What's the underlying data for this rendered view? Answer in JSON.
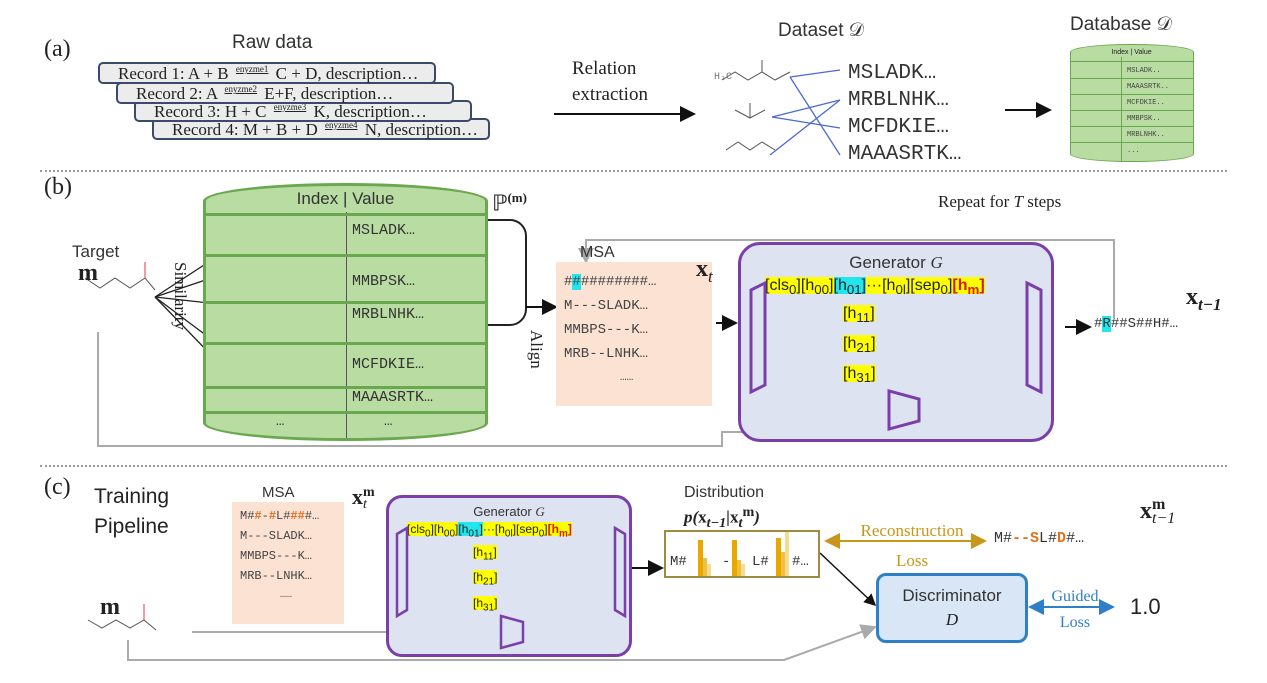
{
  "panels": {
    "a": {
      "label": "(a)",
      "raw_data_title": "Raw data",
      "records": [
        {
          "prefix": "Record 1: A + B ",
          "enzyme": "enyzme1",
          "suffix": " C + D, description…"
        },
        {
          "prefix": "Record 2: A ",
          "enzyme": "enyzme2",
          "suffix": " E+F, description…"
        },
        {
          "prefix": "Record 3: H + C ",
          "enzyme": "enyzme3",
          "suffix": " K, description…"
        },
        {
          "prefix": "Record 4: M + B + D ",
          "enzyme": "enyzme4",
          "suffix": " N, description…"
        }
      ],
      "relation_label_line1": "Relation",
      "relation_label_line2": "extraction",
      "dataset_title": "Dataset 𝒟",
      "dataset_sequences": [
        "MSLADK…",
        "MRBLNHK…",
        "MCFDKIE…",
        "MAAASRTK…"
      ],
      "database_title": "Database 𝒟",
      "database_header": "Index | Value",
      "database_values": [
        "MSLADK..",
        "MAAASRTK..",
        "MCFDKIE..",
        "MMBPSK..",
        "MRBLNHK..",
        "..."
      ]
    },
    "b": {
      "label": "(b)",
      "target_label": "Target",
      "target_symbol": "m",
      "similarity_label": "Similarity",
      "db_header": "Index | Value",
      "db_values": [
        "MSLADK…",
        "MMBPSK…",
        "MRBLNHK…",
        "MCFDKIE…",
        "MAAASRTK…",
        "…"
      ],
      "db_index_last": "…",
      "retrieved_set_label": "ℙ",
      "retrieved_set_sup": "(m)",
      "align_label": "Align",
      "msa_title": "MSA",
      "msa_rows": [
        {
          "pre": "#",
          "hl": "#",
          "post": "########…"
        },
        {
          "pre": "M---SLADK…",
          "hl": "",
          "post": ""
        },
        {
          "pre": "MMBPS---K…",
          "hl": "",
          "post": ""
        },
        {
          "pre": "MRB--LNHK…",
          "hl": "",
          "post": ""
        }
      ],
      "msa_more": "……",
      "xt_label": "x",
      "xt_sub": "t",
      "generator_title": "Generator ",
      "generator_symbol": "G",
      "tokens": {
        "cls": "[cls",
        "cls_sub": "0",
        "h00": "[h",
        "h00_sub": "00",
        "h01": "[h",
        "h01_sub": "01",
        "dots": "···",
        "h0l": "[h",
        "h0l_sub": "0l",
        "sep": "[sep",
        "sep_sub": "0",
        "hm": "[h",
        "hm_sub": "m",
        "col": [
          {
            "t": "[h",
            "s": "11"
          },
          {
            "t": "[h",
            "s": "21"
          },
          {
            "t": "[h",
            "s": "31"
          }
        ]
      },
      "repeat_label": "Repeat for ",
      "repeat_T": "T",
      "repeat_suffix": " steps",
      "output_seq_pre": "#",
      "output_seq_hl": "R",
      "output_seq_post": "##S##H#…",
      "xt1_label": "x",
      "xt1_sub": "t−1"
    },
    "c": {
      "label": "(c)",
      "title_line1": "Training",
      "title_line2": "Pipeline",
      "m_symbol": "m",
      "msa_title": "MSA",
      "msa_row1": [
        {
          "t": "M#",
          "o": false
        },
        {
          "t": "#",
          "o": true
        },
        {
          "t": "-",
          "o": false
        },
        {
          "t": "#",
          "o": true
        },
        {
          "t": "L#",
          "o": false
        },
        {
          "t": "##",
          "o": true
        },
        {
          "t": "#…",
          "o": false
        }
      ],
      "msa_rows": [
        "M---SLADK…",
        "MMBPS---K…",
        "MRB--LNHK…"
      ],
      "msa_more": "……",
      "xtm_label": "x",
      "xtm_sub": "t",
      "xtm_sup": "m",
      "generator_title": "Generator ",
      "generator_symbol": "G",
      "distribution_title": "Distribution",
      "distribution_formula": "p(xt−1|xtm)",
      "distribution_seq": [
        "M#",
        "-",
        "L#",
        "#…"
      ],
      "reconstruction_label_line1": "Reconstruction",
      "reconstruction_label_line2": "Loss",
      "target_seq": [
        {
          "t": "M#",
          "o": false
        },
        {
          "t": "--S",
          "o": true
        },
        {
          "t": "L#",
          "o": false
        },
        {
          "t": "D",
          "o": true
        },
        {
          "t": "#…",
          "o": false
        }
      ],
      "xt1m_label": "x",
      "xt1m_sub": "t−1",
      "xt1m_sup": "m",
      "discriminator_title": "Discriminator",
      "discriminator_symbol": "D",
      "guided_label_line1": "Guided",
      "guided_label_line2": "Loss",
      "guided_target": "1.0"
    }
  },
  "colors": {
    "db_green": "#b9dca2",
    "db_border": "#6aa84f",
    "msa_bg": "#fbe2d3",
    "generator_bg": "#dde3f0",
    "generator_border": "#7a3fa8",
    "token_yellow": "#ffff00",
    "token_cyan": "#22e6ee",
    "token_red": "#d21b00",
    "reconstruction": "#c8961a",
    "guided": "#2f7fc8",
    "discriminator_bg": "#d8e6f5"
  }
}
